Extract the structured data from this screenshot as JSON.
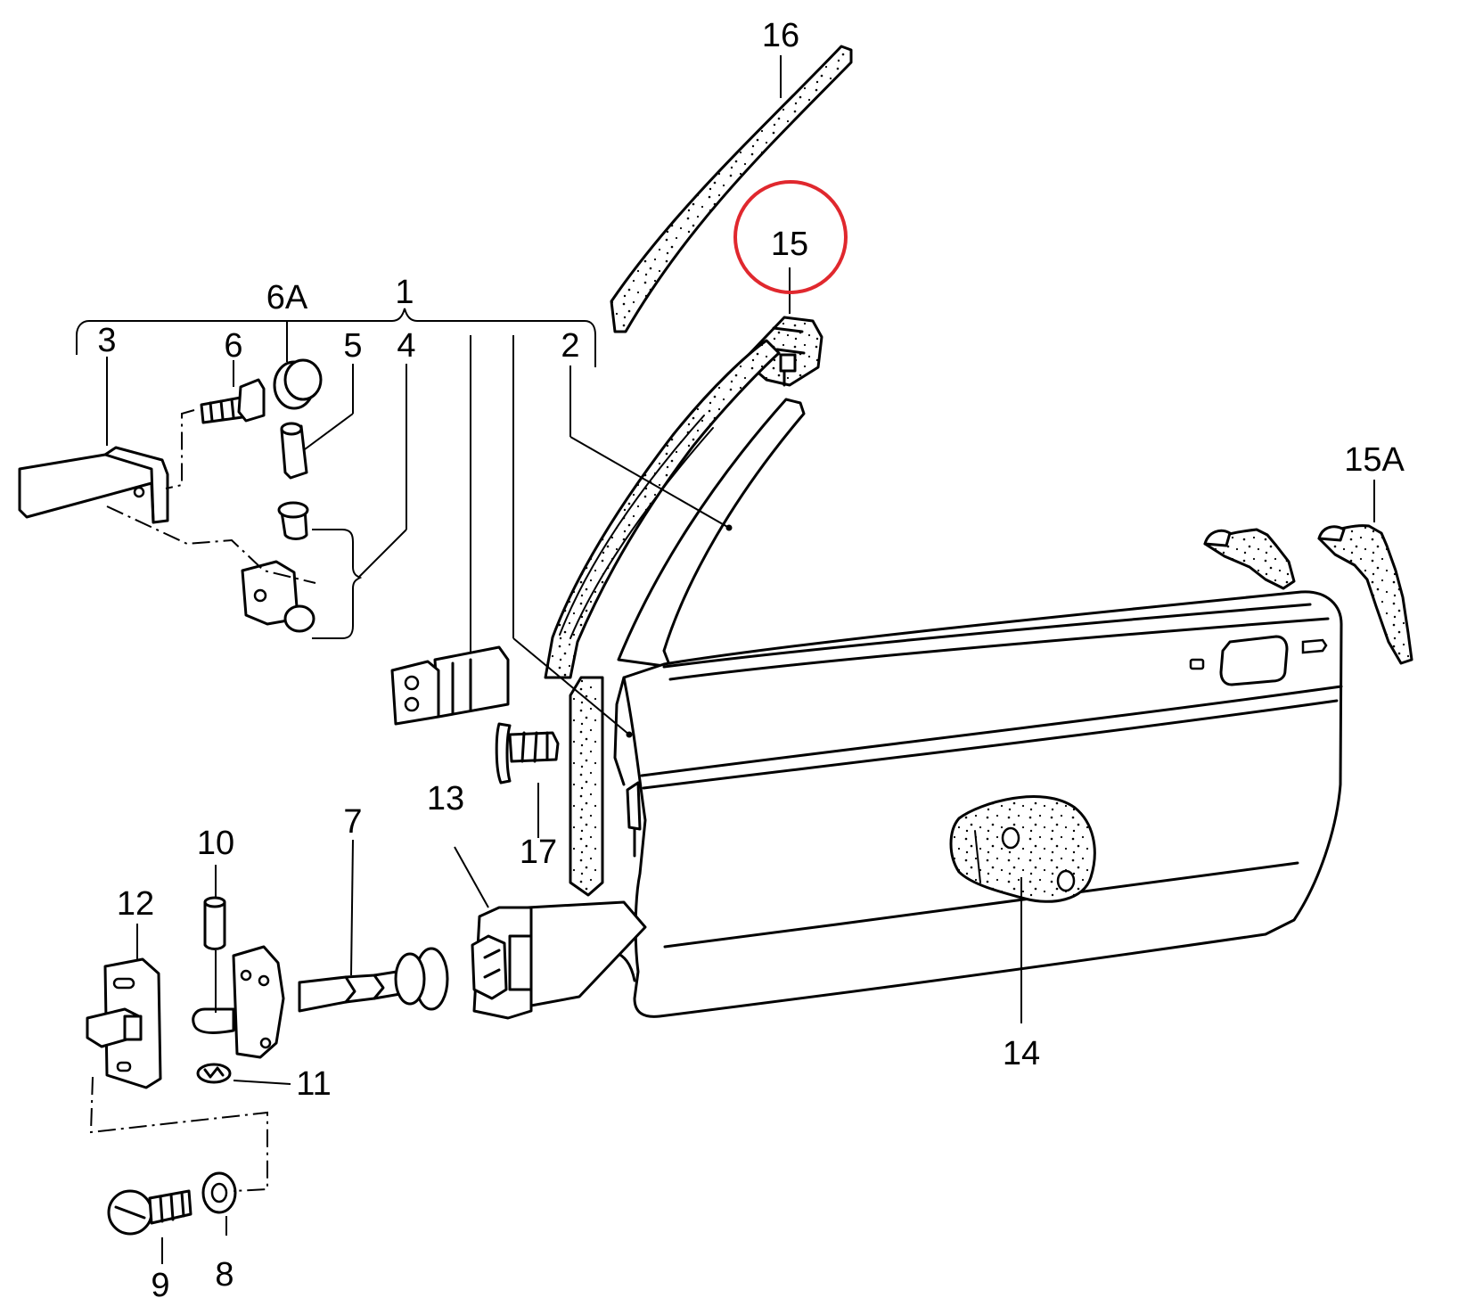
{
  "diagram": {
    "labels": {
      "p1": "1",
      "p2": "2",
      "p3": "3",
      "p4": "4",
      "p5": "5",
      "p6": "6",
      "p6a": "6A",
      "p7": "7",
      "p8": "8",
      "p9": "9",
      "p10": "10",
      "p11": "11",
      "p12": "12",
      "p13": "13",
      "p14": "14",
      "p15": "15",
      "p15a": "15A",
      "p16": "16",
      "p17": "17"
    },
    "highlighted_part": "15",
    "highlight_color": "#e0282e"
  }
}
